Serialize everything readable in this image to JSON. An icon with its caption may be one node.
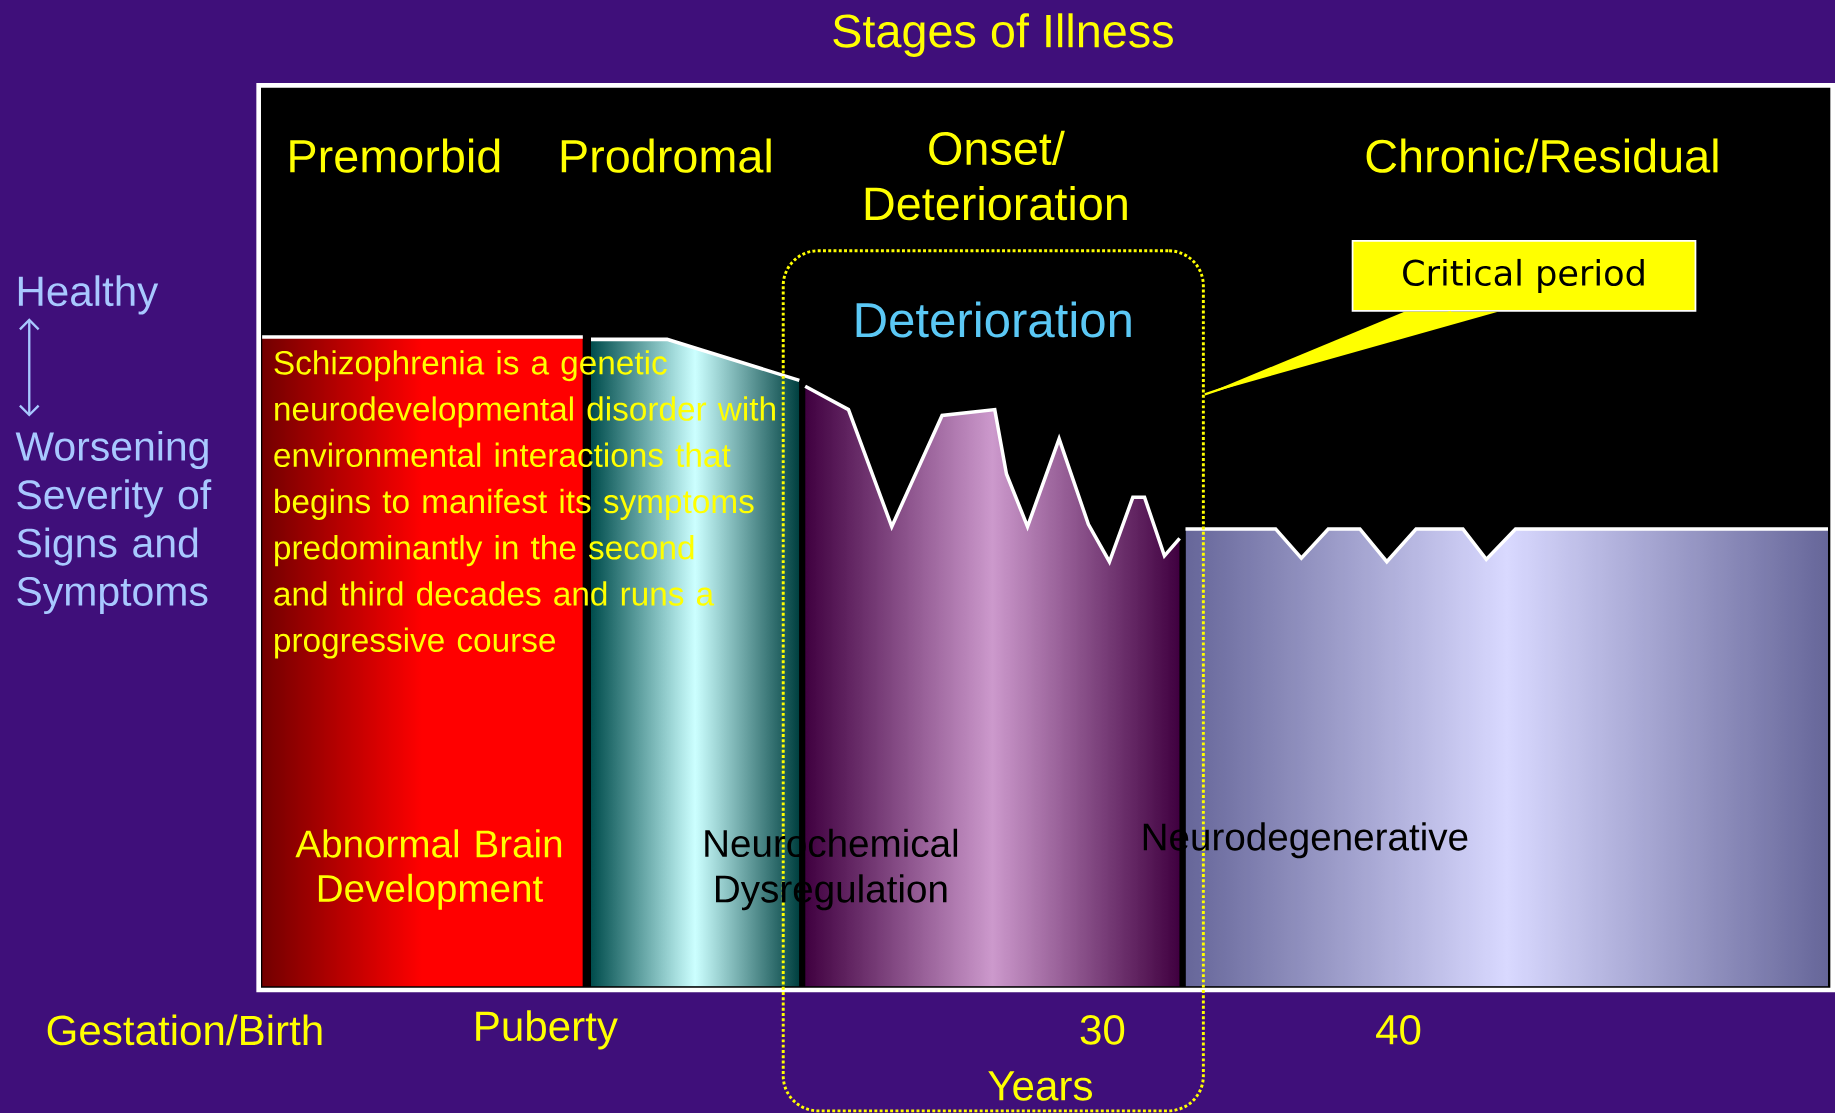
{
  "diagram": {
    "title": "Stages of Illness",
    "nodes": [
      {
        "text": [
          "Abnormal Brain Development"
        ]
      },
      {
        "text": [],
        "shape": "box"
      },
      {
        "text": [
          "Deterioration"
        ]
      },
      {
        "text": [],
        "shape": "box",
        "in": 2
      },
      {
        "text": [],
        "shape": "box"
      },
      {
        "text": [
          "Critical period"
        ]
      }
    ],
    "edges": [
      {
        "from": 5,
        "to": 2,
        "arrow": "none"
      }
    ],
    "labels": [
      "Premorbid",
      "Prodromal",
      "Onset/ Deterioration",
      "Chronic/Residual",
      "Healthy",
      "Worsening Severity of Signs and Symptoms",
      "Schizophrenia is a genetic neurodevelopmental disorder with environmental interactions that begins to manifest its symptoms predominantly in the second and third decades and runs a progressive course",
      "Neurochemical Dysregulation",
      "Neurodegenerative",
      "Gestation/Birth",
      "Puberty",
      "30",
      "40",
      "Years"
    ]
  }
}
